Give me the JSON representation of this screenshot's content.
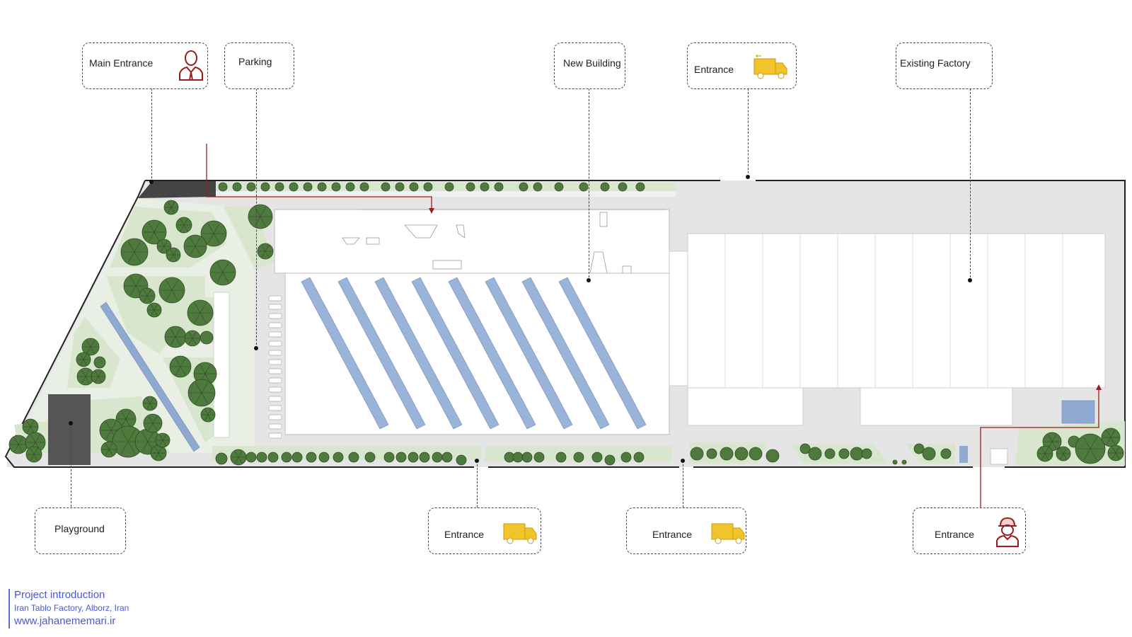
{
  "callouts": {
    "main_entrance": "Main Entrance",
    "parking": "Parking",
    "new_building": "New Building",
    "entrance_truck_top": "Entrance",
    "existing_factory": "Existing Factory",
    "playground": "Playground",
    "entrance_truck_bottom_1": "Entrance",
    "entrance_truck_bottom_2": "Entrance",
    "entrance_worker": "Entrance"
  },
  "icons": {
    "visitor": "person-suit-icon",
    "truck": "delivery-truck-icon",
    "worker": "worker-helmet-icon"
  },
  "colors": {
    "path_red": "#9b1c1c",
    "truck_yellow": "#f2c42c",
    "tree_green": "#4f7a3e",
    "lawn": "#dbe8d2",
    "paving": "#e6e6e6",
    "solar": "#8fa9d1",
    "footer_blue": "#4b58d6"
  },
  "footer": {
    "title": "Project introduction",
    "subtitle": "Iran Tablo Factory, Alborz, Iran",
    "website": "www.jahanememari.ir"
  }
}
